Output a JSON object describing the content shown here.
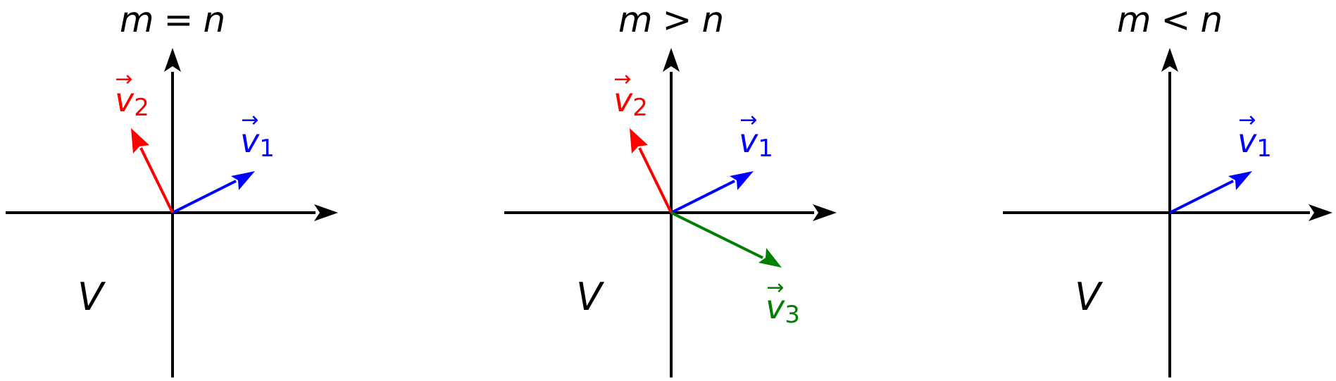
{
  "colors": {
    "axes": "#000000",
    "v1": "#0000ff",
    "v2": "#ff0000",
    "v3": "#008000"
  },
  "panels": [
    {
      "title": {
        "left": "m",
        "op": "=",
        "right": "n"
      },
      "space_label": "V",
      "vectors": [
        {
          "letter": "v",
          "subscript": "1",
          "color_key": "v1"
        },
        {
          "letter": "v",
          "subscript": "2",
          "color_key": "v2"
        }
      ]
    },
    {
      "title": {
        "left": "m",
        "op": ">",
        "right": "n"
      },
      "space_label": "V",
      "vectors": [
        {
          "letter": "v",
          "subscript": "1",
          "color_key": "v1"
        },
        {
          "letter": "v",
          "subscript": "2",
          "color_key": "v2"
        },
        {
          "letter": "v",
          "subscript": "3",
          "color_key": "v3"
        }
      ]
    },
    {
      "title": {
        "left": "m",
        "op": "<",
        "right": "n"
      },
      "space_label": "V",
      "vectors": [
        {
          "letter": "v",
          "subscript": "1",
          "color_key": "v1"
        }
      ]
    }
  ]
}
